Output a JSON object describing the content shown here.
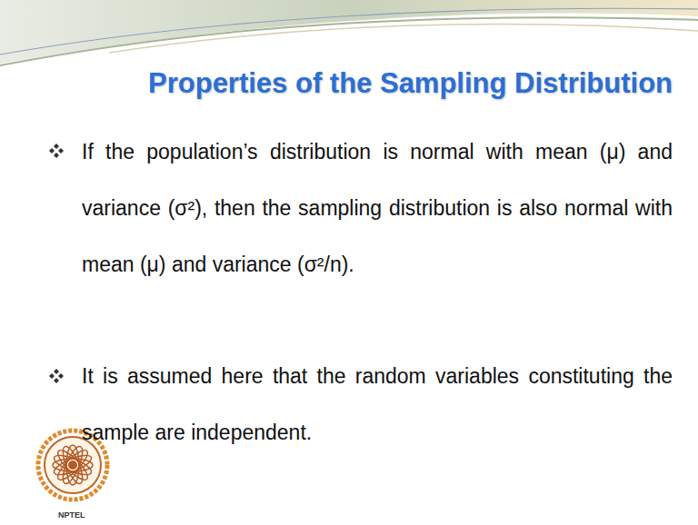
{
  "diagram": {
    "title": "Properties of the Sampling Distribution",
    "labels": [
      "If the population’s distribution is normal with mean (μ) and variance (σ²), then the sampling distribution is also normal with mean (μ) and variance (σ²/n).",
      "It is assumed here that the random variables constituting the sample are independent.",
      "NPTEL"
    ]
  }
}
